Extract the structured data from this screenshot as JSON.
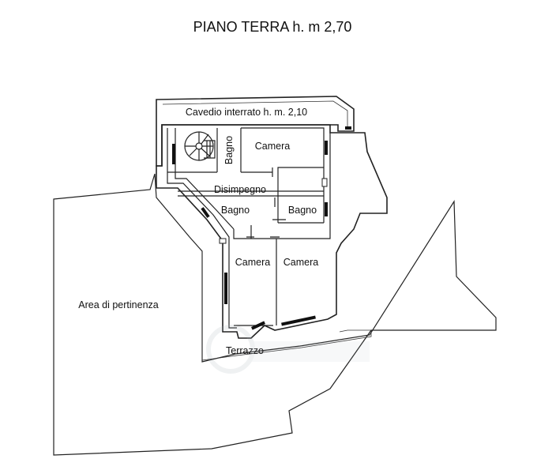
{
  "plan": {
    "title": "PIANO TERRA h. m 2,70",
    "labels": {
      "cavedio": "Cavedio interrato h. m. 2,10",
      "bagno_top": "Bagno",
      "camera_top": "Camera",
      "disimpegno": "Disimpegno",
      "bagno_left": "Bagno",
      "bagno_right": "Bagno",
      "camera_left": "Camera",
      "camera_right": "Camera",
      "area": "Area di pertinenza",
      "terrazzo": "Terrazzo"
    }
  }
}
